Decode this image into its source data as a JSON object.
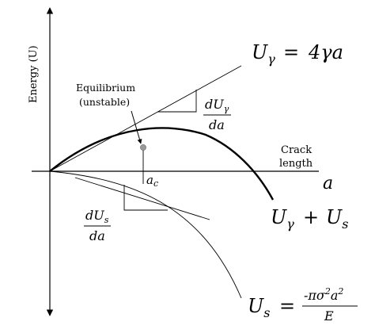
{
  "diagram": {
    "y_axis_label": "Energy (U)",
    "x_axis_variable": "a",
    "x_axis_caption_line1": "Crack",
    "x_axis_caption_line2": "length",
    "equilibrium_line1": "Equilibrium",
    "equilibrium_line2": "(unstable)",
    "critical_length_base": "a",
    "critical_length_sub": "c",
    "surface_energy": {
      "lhs_base": "U",
      "lhs_sub": "γ",
      "equals": "=",
      "rhs": "4γa"
    },
    "surface_slope": {
      "num_d": "d",
      "num_base": "U",
      "num_sub": "γ",
      "den": "da"
    },
    "strain_slope": {
      "num_d": "d",
      "num_base": "U",
      "num_sub": "s",
      "den": "da"
    },
    "total_energy": {
      "t1_base": "U",
      "t1_sub": "γ",
      "plus": "+",
      "t2_base": "U",
      "t2_sub": "s"
    },
    "strain_energy": {
      "lhs_base": "U",
      "lhs_sub": "s",
      "equals": "=",
      "num_prefix": "-πσ",
      "num_sup1": "2",
      "num_mid": "a",
      "num_sup2": "2",
      "den": "E"
    },
    "colors": {
      "ink": "#000000",
      "equilibrium_marker": "#9a9a9a"
    }
  }
}
